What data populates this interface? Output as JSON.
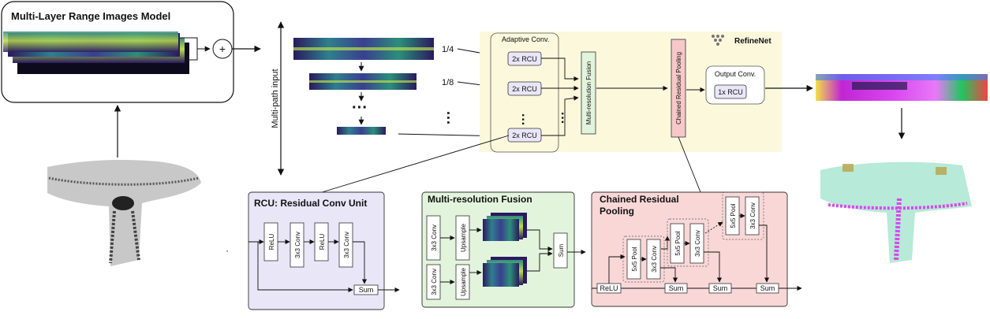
{
  "range_model": {
    "title": "Multi-Layer Range Images Model"
  },
  "multipath_label": "Multi-path input",
  "scales": {
    "quarter": "1/4",
    "eighth": "1/8"
  },
  "refinenet": {
    "brand": "RefineNet",
    "adaptive_conv": "Adaptive Conv.",
    "rcu2x": "2x RCU",
    "fusion": "Multi-resolution Fusion",
    "crp": "Chained Residual Pooling",
    "output_conv": "Output Conv.",
    "rcu1x": "1x RCU"
  },
  "rcu_panel": {
    "title": "RCU: Residual Conv Unit",
    "relu": "ReLU",
    "conv": "3x3 Conv",
    "sum": "Sum"
  },
  "fusion_panel": {
    "title": "Multi-resolution Fusion",
    "conv": "3x3 Conv",
    "upsample": "Upsample",
    "sum": "Sum"
  },
  "crp_panel": {
    "title_line1": "Chained Residual",
    "title_line2": "Pooling",
    "relu": "ReLU",
    "pool": "5x5 Pool",
    "conv": "3x3 Conv",
    "sum": "Sum"
  },
  "colors": {
    "yellow_bg": "#fbf8dc",
    "rcu_bg": "#e9e6f8",
    "fusion_bg": "#e3f4dc",
    "crp_bg": "#f9d7d7",
    "crp_block": "#f6c8c8",
    "range_dark": "#2a1a5e",
    "range_mid": "#2f7f8e",
    "range_light": "#b9de4b"
  }
}
